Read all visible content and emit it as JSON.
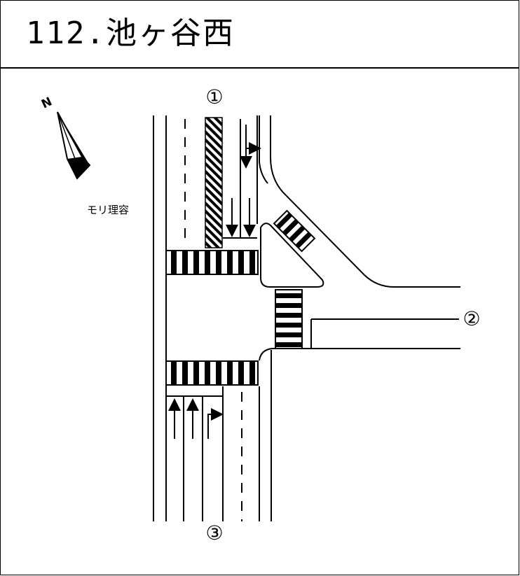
{
  "header": {
    "title": "112.池ヶ谷西"
  },
  "compass": {
    "north_label": "N"
  },
  "landmarks": {
    "shop": "モリ理容"
  },
  "approaches": {
    "north": "①",
    "east": "②",
    "south": "③"
  }
}
